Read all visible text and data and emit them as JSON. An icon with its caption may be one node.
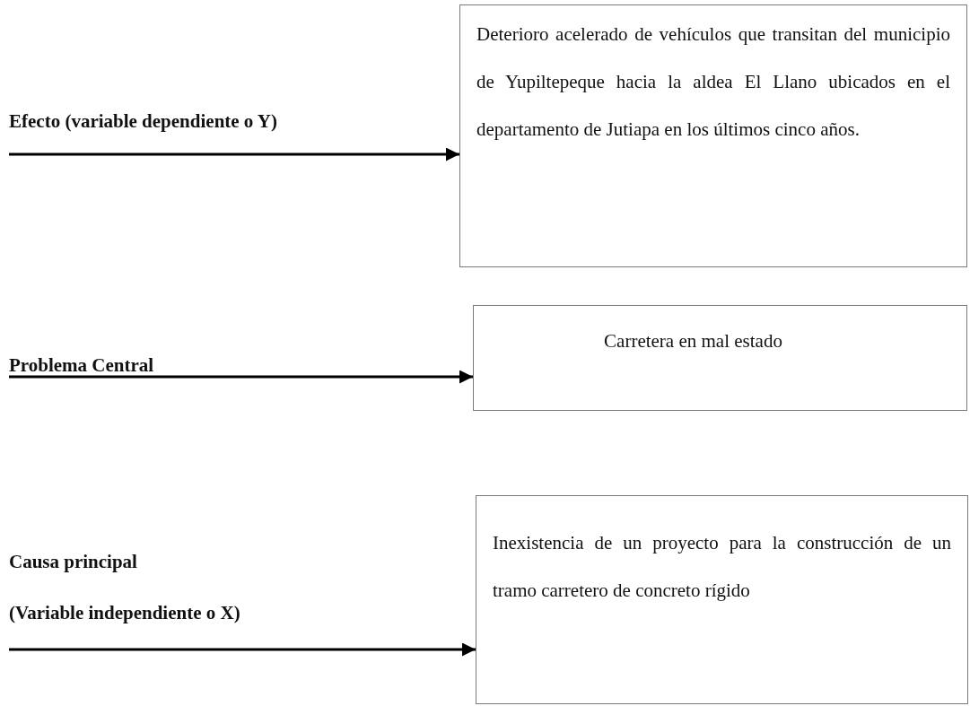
{
  "diagram": {
    "nodes": [
      {
        "text": [
          "Efecto (variable dependiente o Y)"
        ]
      },
      {
        "text": [
          "Deterioro acelerado de vehículos que transitan del municipio de Yupiltepeque hacia la aldea El Llano ubicados en el departamento de Jutiapa en los últimos cinco años."
        ]
      },
      {
        "text": [
          "Problema Central"
        ]
      },
      {
        "text": [
          "Carretera en mal estado"
        ]
      },
      {
        "text": [
          "Causa principal",
          "(Variable independiente o X)"
        ]
      },
      {
        "text": [
          "Inexistencia de un proyecto para la construcción de un tramo carretero de concreto rígido"
        ]
      }
    ],
    "edges": [
      {
        "from": 0,
        "to": 1,
        "arrow": "to"
      },
      {
        "from": 2,
        "to": 3,
        "arrow": "to"
      },
      {
        "from": 4,
        "to": 5,
        "arrow": "to"
      }
    ]
  }
}
